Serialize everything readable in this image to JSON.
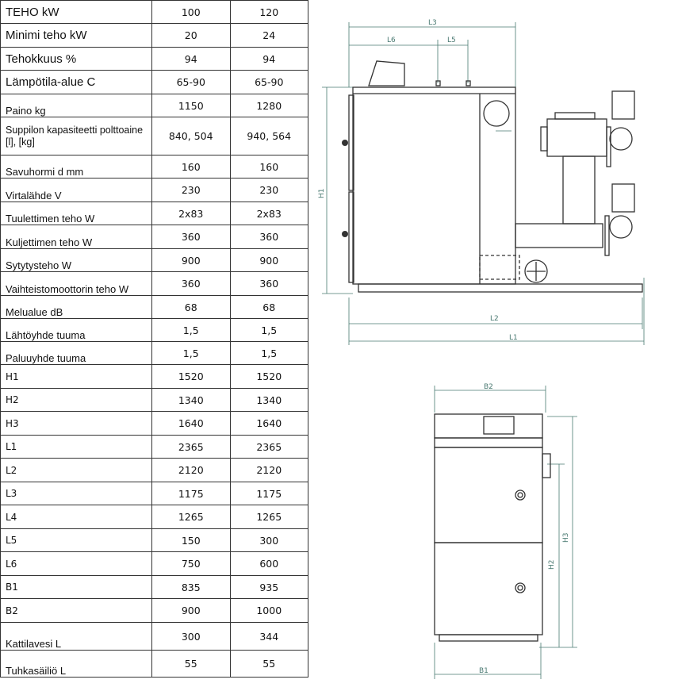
{
  "table": {
    "rows": [
      {
        "label": "TEHO kW",
        "v1": "100",
        "v2": "120"
      },
      {
        "label": "Minimi teho kW",
        "v1": "20",
        "v2": "24"
      },
      {
        "label": "Tehokkuus %",
        "v1": "94",
        "v2": "94"
      },
      {
        "label": "Lämpötila-alue C",
        "v1": "65-90",
        "v2": "65-90"
      },
      {
        "label": "Paino kg",
        "v1": "1150",
        "v2": "1280"
      },
      {
        "label": "Suppilon kapasiteetti polttoaine [l], [kg]",
        "v1": "840, 504",
        "v2": "940, 564"
      },
      {
        "label": "Savuhormi d mm",
        "v1": "160",
        "v2": "160"
      },
      {
        "label": "Virtalähde V",
        "v1": "230",
        "v2": "230"
      },
      {
        "label": "Tuulettimen teho W",
        "v1": "2x83",
        "v2": "2x83"
      },
      {
        "label": "Kuljettimen teho W",
        "v1": "360",
        "v2": "360"
      },
      {
        "label": "Sytytysteho W",
        "v1": "900",
        "v2": "900"
      },
      {
        "label": "Vaihteistomoottorin teho W",
        "v1": "360",
        "v2": "360"
      },
      {
        "label": "Melualue dB",
        "v1": "68",
        "v2": "68"
      },
      {
        "label": "Lähtöyhde tuuma",
        "v1": "1,5",
        "v2": "1,5"
      },
      {
        "label": "Paluuyhde tuuma",
        "v1": "1,5",
        "v2": "1,5"
      },
      {
        "label": "H1",
        "v1": "1520",
        "v2": "1520"
      },
      {
        "label": "H2",
        "v1": "1340",
        "v2": "1340"
      },
      {
        "label": "H3",
        "v1": "1640",
        "v2": "1640"
      },
      {
        "label": "L1",
        "v1": "2365",
        "v2": "2365"
      },
      {
        "label": "L2",
        "v1": "2120",
        "v2": "2120"
      },
      {
        "label": "L3",
        "v1": "1175",
        "v2": "1175"
      },
      {
        "label": "L4",
        "v1": "1265",
        "v2": "1265"
      },
      {
        "label": "L5",
        "v1": "150",
        "v2": "300"
      },
      {
        "label": "L6",
        "v1": "750",
        "v2": "600"
      },
      {
        "label": "B1",
        "v1": "835",
        "v2": "935"
      },
      {
        "label": "B2",
        "v1": "900",
        "v2": "1000"
      },
      {
        "label": "Kattilavesi L",
        "v1": "300",
        "v2": "344"
      },
      {
        "label": "Tuhkasäiliö L",
        "v1": "55",
        "v2": "55"
      }
    ]
  },
  "diagram": {
    "side_labels": {
      "l3": "L3",
      "l6": "L6",
      "l5": "L5",
      "h1": "H1",
      "l2": "L2",
      "l1": "L1"
    },
    "front_labels": {
      "b2": "B2",
      "b1": "B1",
      "h2": "H2",
      "h3": "H3"
    },
    "line_color": "#333333",
    "dim_color": "#4a7a72"
  }
}
